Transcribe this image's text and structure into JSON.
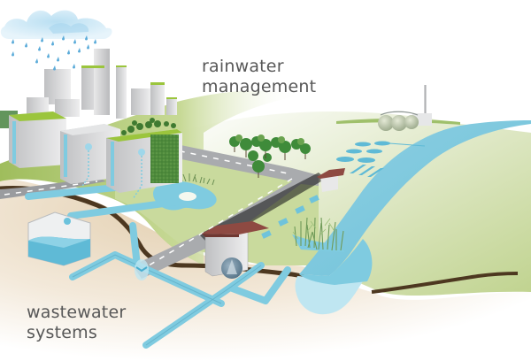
{
  "labels": {
    "rainwater": [
      "rainwater",
      "management"
    ],
    "wastewater": [
      "wastewater",
      "systems"
    ]
  },
  "colors": {
    "water": "#7fcbe0",
    "water_light": "#bfe6f1",
    "grass": "#b4cd72",
    "roof_green": "#9bc53d",
    "soil": "#4d3820",
    "sand": "#ecdcc3",
    "road": "#a9abae",
    "building": "#d8d9db",
    "house_roof": "#8e4a42",
    "tree": "#3f8b3a",
    "text": "#575757"
  },
  "elements": [
    "rain-cloud",
    "city-skyline",
    "green-roof-buildings",
    "green-wall",
    "retention-pond",
    "road",
    "trees",
    "pump-station",
    "sewer-pipes",
    "storage-tank",
    "reed-bed",
    "river",
    "treatment-plant",
    "settling-tanks",
    "outfall-house"
  ]
}
